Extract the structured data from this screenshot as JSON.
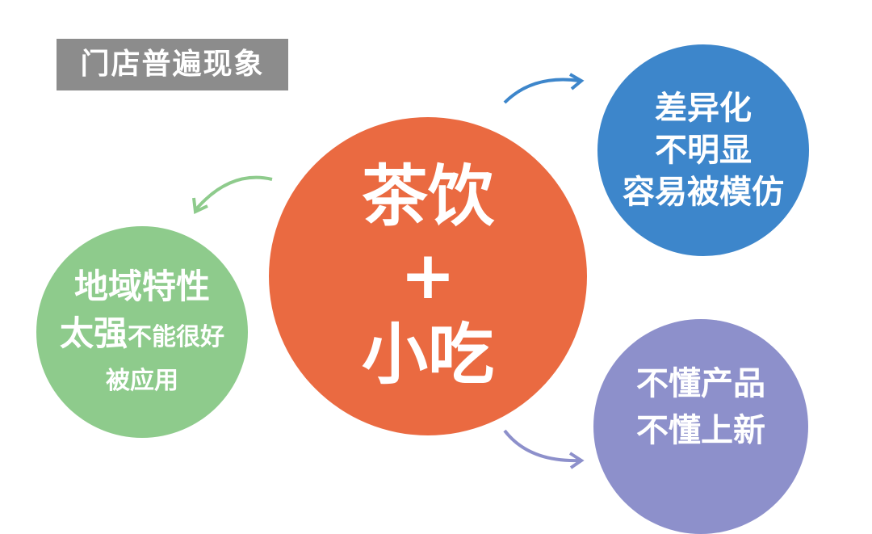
{
  "label": "门店普遍现象",
  "center": {
    "line1": "茶饮",
    "plus": "+",
    "line2": "小吃",
    "color": "#ea6a41"
  },
  "blue": {
    "lines": [
      "差异化",
      "不明显",
      "容易被模仿"
    ],
    "color": "#3d86cb"
  },
  "green": {
    "line1": "地域特性",
    "line2a": "太强",
    "line2b": "不能很好",
    "line3": "被应用",
    "color": "#8ecb8c"
  },
  "purple": {
    "lines": [
      "不懂产品",
      "不懂上新"
    ],
    "color": "#8d90cb"
  }
}
